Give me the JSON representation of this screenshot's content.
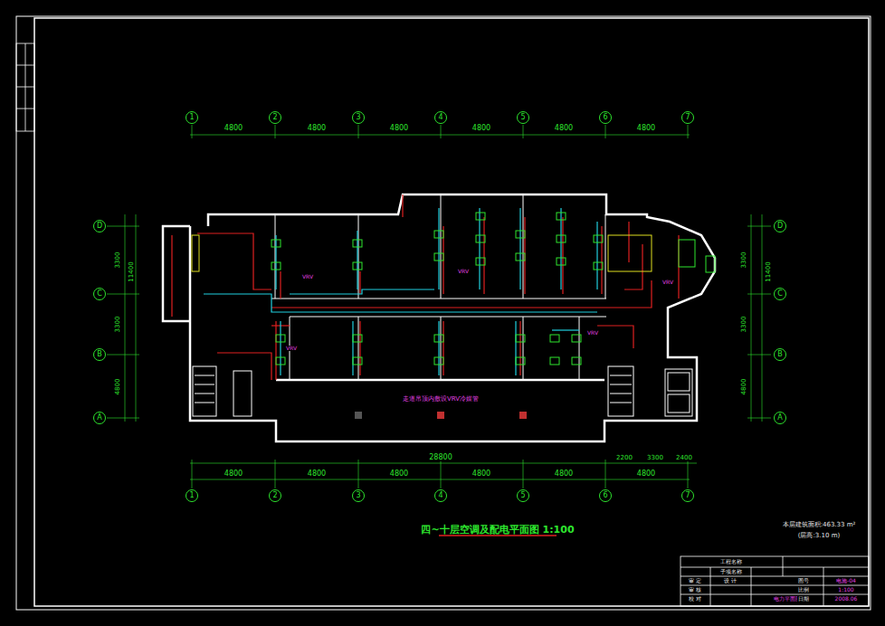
{
  "diagram": {
    "title": "四~十层空调及配电平面图 1:100",
    "nodes": [
      {
        "text": [
          "1"
        ]
      },
      {
        "text": [
          "2"
        ]
      },
      {
        "text": [
          "3"
        ]
      },
      {
        "text": [
          "4"
        ]
      },
      {
        "text": [
          "5"
        ]
      },
      {
        "text": [
          "6"
        ]
      },
      {
        "text": [
          "7"
        ]
      },
      {
        "text": [
          "D"
        ]
      },
      {
        "text": [
          "C"
        ]
      },
      {
        "text": [
          "B"
        ]
      },
      {
        "text": [
          "A"
        ]
      },
      {
        "text": [
          "D"
        ]
      },
      {
        "text": [
          "C"
        ]
      },
      {
        "text": [
          "B"
        ]
      },
      {
        "text": [
          "A"
        ]
      },
      {
        "text": [
          "1"
        ]
      },
      {
        "text": [
          "2"
        ]
      },
      {
        "text": [
          "3"
        ]
      },
      {
        "text": [
          "4"
        ]
      },
      {
        "text": [
          "5"
        ]
      },
      {
        "text": [
          "6"
        ]
      },
      {
        "text": [
          "7"
        ]
      }
    ],
    "labels": [
      "4800",
      "4800",
      "4800",
      "4800",
      "4800",
      "4800",
      "4800",
      "4800",
      "4800",
      "4800",
      "4800",
      "4800",
      "28800",
      "2200",
      "3300",
      "2400",
      "3300",
      "3300",
      "4800",
      "11400",
      "3300",
      "3300",
      "4800",
      "11400",
      "VRV",
      "VRV",
      "VRV",
      "VRV",
      "VRV",
      "走道吊顶内敷设VRV冷媒管",
      "本层建筑面积:463.33 m²",
      "(层高:3.10 m)",
      "工程名称",
      "子项名称",
      "审 定",
      "审 核",
      "校 对",
      "设 计",
      "电力平面图",
      "图号",
      "电施-04",
      "比例",
      "1:100",
      "日期",
      "2008.06"
    ]
  }
}
